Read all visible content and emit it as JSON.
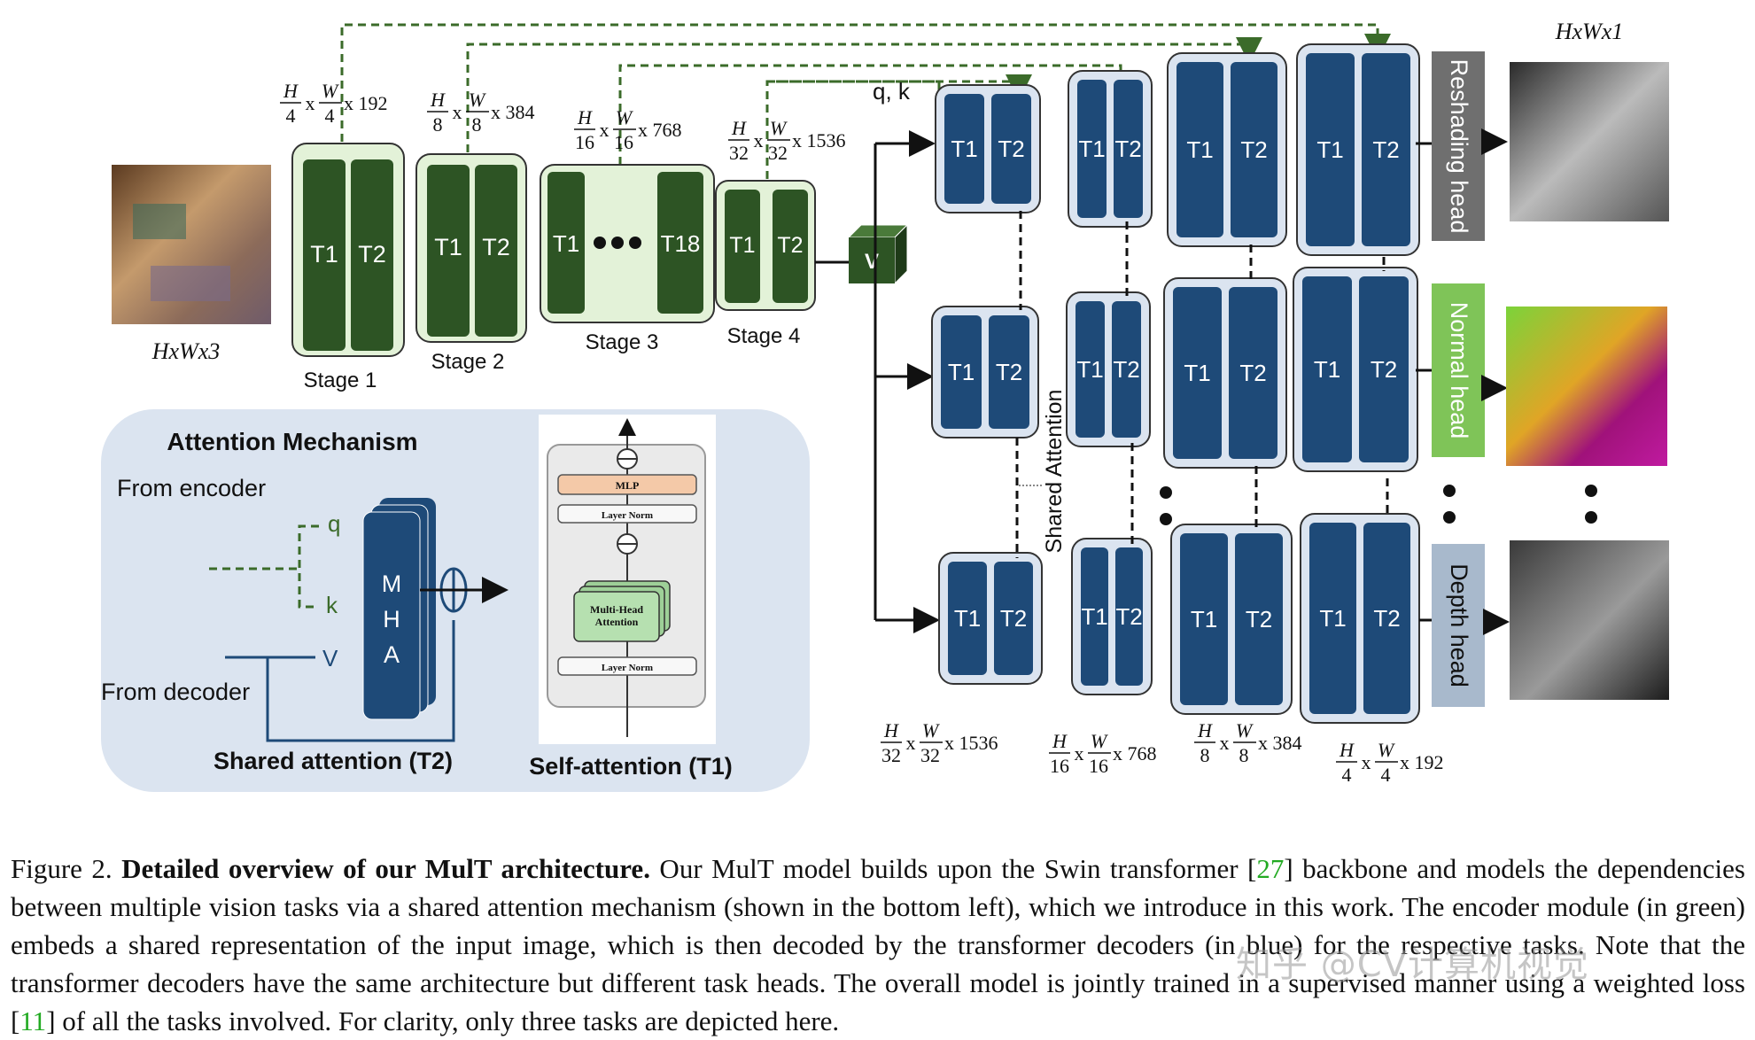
{
  "figure": {
    "input_dims": "HxWx3",
    "output_dims": "HxWx1",
    "encoder_dims": [
      {
        "num_h": "H",
        "den_h": "4",
        "num_w": "W",
        "den_w": "4",
        "ch": "x 192"
      },
      {
        "num_h": "H",
        "den_h": "8",
        "num_w": "W",
        "den_w": "8",
        "ch": "x 384"
      },
      {
        "num_h": "H",
        "den_h": "16",
        "num_w": "W",
        "den_w": "16",
        "ch": "x 768"
      },
      {
        "num_h": "H",
        "den_h": "32",
        "num_w": "W",
        "den_w": "32",
        "ch": "x 1536"
      }
    ],
    "decoder_dims": [
      {
        "num_h": "H",
        "den_h": "32",
        "num_w": "W",
        "den_w": "32",
        "ch": "x 1536"
      },
      {
        "num_h": "H",
        "den_h": "16",
        "num_w": "W",
        "den_w": "16",
        "ch": "x 768"
      },
      {
        "num_h": "H",
        "den_h": "8",
        "num_w": "W",
        "den_w": "8",
        "ch": "x 384"
      },
      {
        "num_h": "H",
        "den_h": "4",
        "num_w": "W",
        "den_w": "4",
        "ch": "x 192"
      }
    ],
    "x_sign": "x",
    "stages": [
      "Stage 1",
      "Stage 2",
      "Stage 3",
      "Stage 4"
    ],
    "t1": "T1",
    "t2": "T2",
    "t18": "T18",
    "v": "V",
    "qk": "q, k",
    "shared_attention": "Shared Attention",
    "heads": [
      "Reshading head",
      "Normal head",
      "Depth head"
    ],
    "attention_box": {
      "title": "Attention Mechanism",
      "from_encoder": "From encoder",
      "from_decoder": "From decoder",
      "q": "q",
      "k": "k",
      "v": "V",
      "mha": [
        "M",
        "H",
        "A"
      ],
      "shared_label": "Shared attention (T2)",
      "self_label": "Self-attention (T1)",
      "mlp": "MLP",
      "layer_norm": "Layer Norm",
      "mh_attention": [
        "Multi-Head",
        "Attention"
      ]
    },
    "colors": {
      "encoder": "#2d5424",
      "encoder_bg": "#e3f2d8",
      "decoder": "#1e4a78",
      "decoder_bg": "#dbe4f0",
      "reshading": "#6f6f6f",
      "normal": "#7fc458",
      "depth": "#a8b9cc"
    }
  },
  "caption": {
    "prefix": "Figure 2. ",
    "bold": "Detailed overview of our MulT architecture.",
    "part1": " Our MulT model builds upon the Swin transformer [",
    "ref1": "27",
    "part2": "] backbone and models the dependencies between multiple vision tasks via a shared attention mechanism (shown in the bottom left), which we introduce in this work. The encoder module (in green) embeds a shared representation of the input image, which is then decoded by the transformer decoders (in blue) for the respective tasks. Note that the transformer decoders have the same architecture but different task heads. The overall model is jointly trained in a supervised manner using a weighted loss [",
    "ref2": "11",
    "part3": "] of all the tasks involved. For clarity, only three tasks are depicted here."
  },
  "watermark": "知乎 @CV计算机视觉"
}
